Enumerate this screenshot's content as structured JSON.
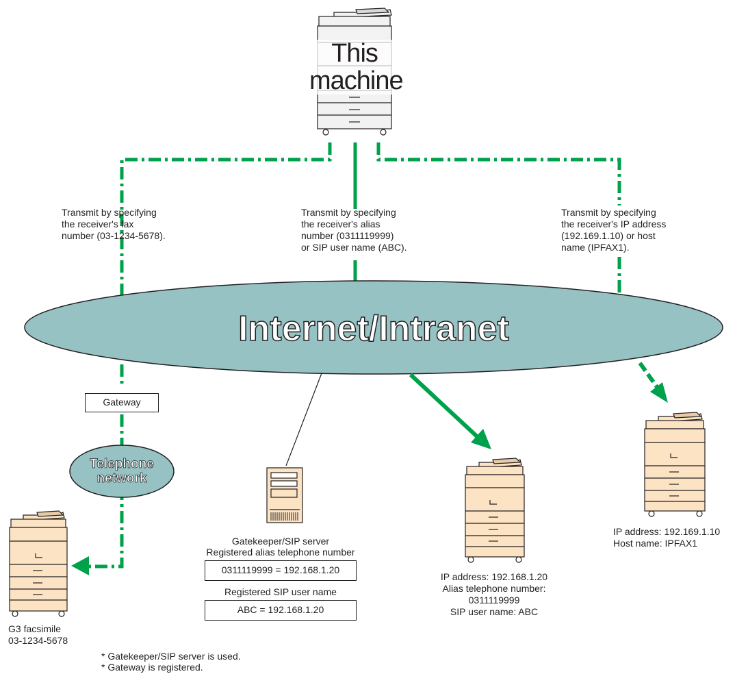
{
  "this_machine": {
    "label": "This\nmachine"
  },
  "network": {
    "label": "Internet/Intranet",
    "color": "#96c2c3"
  },
  "telephone_network": {
    "label": "Telephone\nnetwork"
  },
  "gateway": {
    "label": "Gateway"
  },
  "paths": {
    "left": {
      "text": "Transmit by specifying\nthe receiver's fax\nnumber (03-1234-5678)."
    },
    "center": {
      "text": "Transmit by specifying\nthe receiver's alias\nnumber (0311119999)\nor SIP user name (ABC)."
    },
    "right": {
      "text": "Transmit by specifying\nthe receiver's IP address\n(192.169.1.10) or host\nname (IPFAX1)."
    }
  },
  "server": {
    "title": "Gatekeeper/SIP server",
    "alias_heading": "Registered alias telephone number",
    "alias_entry": "0311119999 = 192.168.1.20",
    "sip_heading": "Registered SIP user name",
    "sip_entry": "ABC = 192.168.1.20"
  },
  "g3": {
    "label": "G3 facsimile\n03-1234-5678"
  },
  "middle_receiver": {
    "label": "IP address: 192.168.1.20\nAlias telephone number:\n0311119999\nSIP user name: ABC"
  },
  "right_receiver": {
    "label": "IP address: 192.169.1.10\nHost name: IPFAX1"
  },
  "notes": [
    "* Gatekeeper/SIP server is used.",
    "* Gateway is registered."
  ],
  "colors": {
    "arrow": "#00a14b",
    "machine_body": "#fbe3c4",
    "machine_top": "#f2f2f2",
    "outline": "#231f20"
  }
}
